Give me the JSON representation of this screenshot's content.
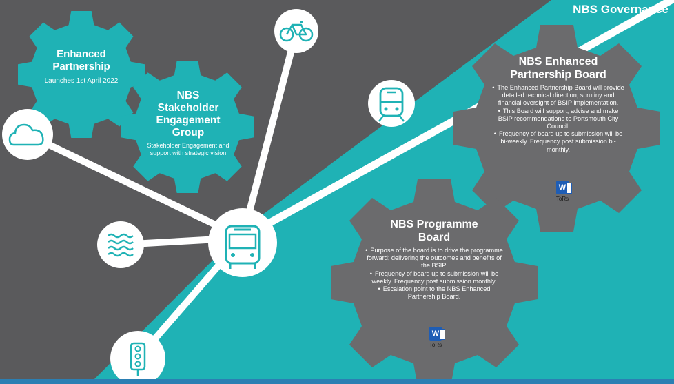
{
  "header": {
    "title": "NBS Governance"
  },
  "colors": {
    "teal": "#1fb2b5",
    "dark_grey": "#5a5a5c",
    "gear_grey": "#6b6b6d",
    "white": "#ffffff",
    "bottom_strip": "#2b7fb3"
  },
  "icons": [
    "bicycle-icon",
    "train-icon",
    "cloud-icon",
    "waves-icon",
    "bus-icon",
    "traffic-light-icon",
    "word-document-icon"
  ],
  "enhanced_partnership": {
    "title": "Enhanced Partnership",
    "text": "Launches 1st April 2022"
  },
  "stakeholder_group": {
    "title": "NBS Stakeholder Engagement Group",
    "text": "Stakeholder Engagement and support with strategic vision"
  },
  "ep_board": {
    "title": "NBS Enhanced Partnership Board",
    "bullets": [
      "The Enhanced Partnership Board will provide detailed technical direction, scrutiny and financial oversight of BSIP implementation.",
      "This Board will support, advise and make BSIP recommendations to Portsmouth City Council.",
      "Frequency of board up to submission will be bi-weekly. Frequency post submission bi-monthly."
    ],
    "doc_label": "ToRs"
  },
  "programme_board": {
    "title": "NBS Programme Board",
    "bullets": [
      "Purpose of the board is to drive the programme forward; delivering the outcomes and benefits of the BSIP.",
      "Frequency of board up to submission will be weekly. Frequency post submission monthly.",
      "Escalation point to the NBS Enhanced Partnership Board."
    ],
    "doc_label": "ToRs"
  }
}
